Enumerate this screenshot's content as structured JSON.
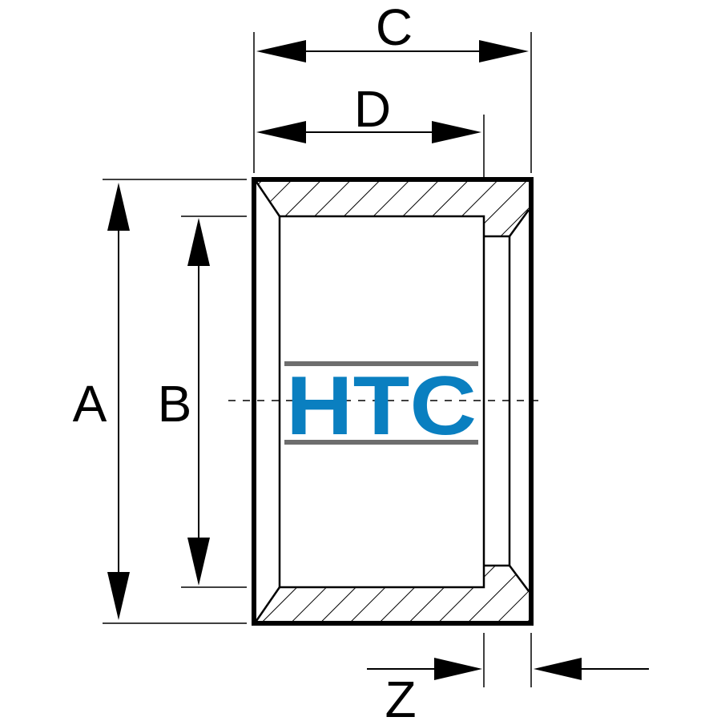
{
  "labels": {
    "a": "A",
    "b": "B",
    "c": "C",
    "d": "D",
    "z": "Z"
  },
  "logo": {
    "text": "HTC",
    "text_color": "#0a7fc0",
    "bar_color": "#6e6e6e"
  },
  "colors": {
    "line": "#000000",
    "background": "#ffffff"
  }
}
